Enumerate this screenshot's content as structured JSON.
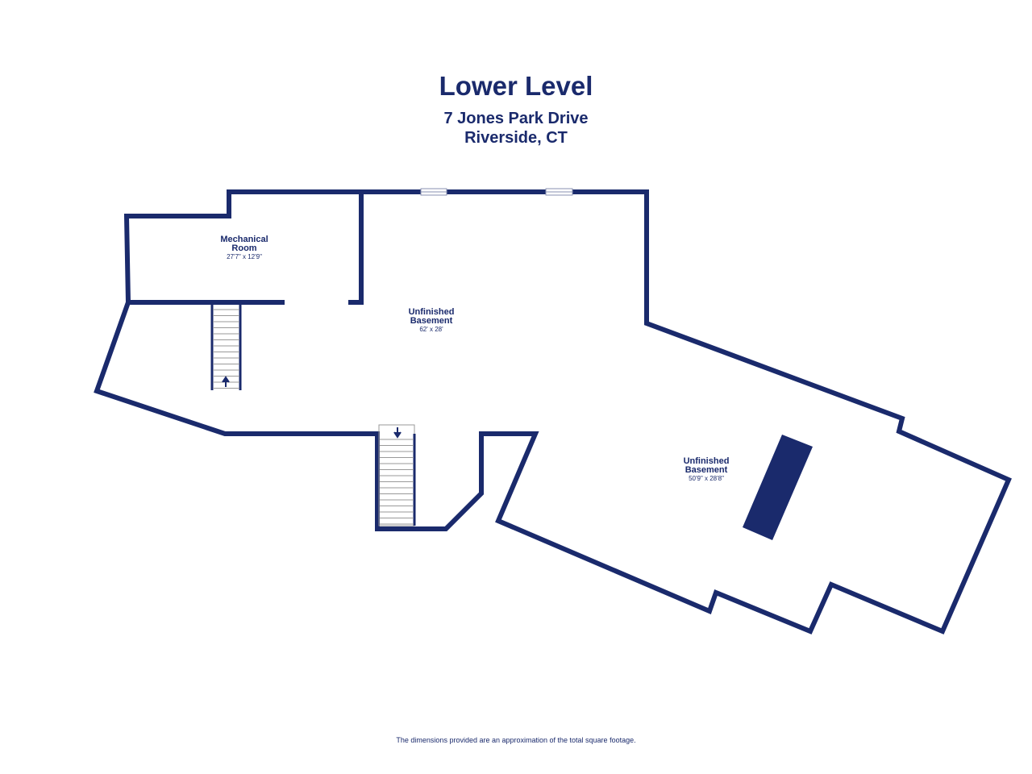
{
  "header": {
    "title": "Lower Level",
    "address_line1": "7 Jones Park Drive",
    "address_line2": "Riverside, CT"
  },
  "rooms": [
    {
      "name_line1": "Mechanical",
      "name_line2": "Room",
      "dimensions": "27'7\" x 12'9\""
    },
    {
      "name_line1": "Unfinished",
      "name_line2": "Basement",
      "dimensions": "62' x 28'"
    },
    {
      "name_line1": "Unfinished",
      "name_line2": "Basement",
      "dimensions": "50'9\" x 28'8\""
    }
  ],
  "footer": {
    "disclaimer": "The dimensions provided are an approximation of the total square footage."
  },
  "colors": {
    "wall": "#1a2a6c"
  }
}
